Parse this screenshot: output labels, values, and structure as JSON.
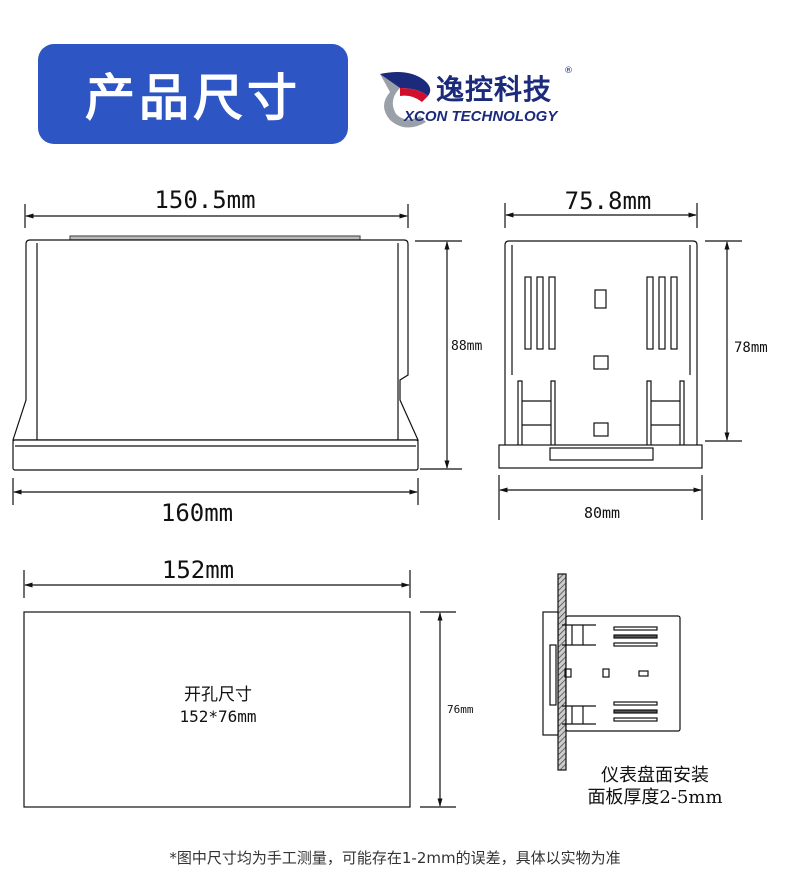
{
  "title": "产品尺寸",
  "logo": {
    "cn": "逸控科技",
    "en": "XCON TECHNOLOGY",
    "registered": "®"
  },
  "front_view": {
    "width_top": "150.5mm",
    "height": "88mm",
    "width_bottom": "160mm"
  },
  "side_view": {
    "width_top": "75.8mm",
    "height": "78mm",
    "width_bottom": "80mm"
  },
  "cutout": {
    "width": "152mm",
    "height": "76mm",
    "label": "开孔尺寸",
    "size": "152*76mm"
  },
  "panel_mount": {
    "line1": "仪表盘面安装",
    "line2": "面板厚度2-5mm"
  },
  "footnote": "*图中尺寸均为手工测量，可能存在1-2mm的误差，具体以实物为准"
}
